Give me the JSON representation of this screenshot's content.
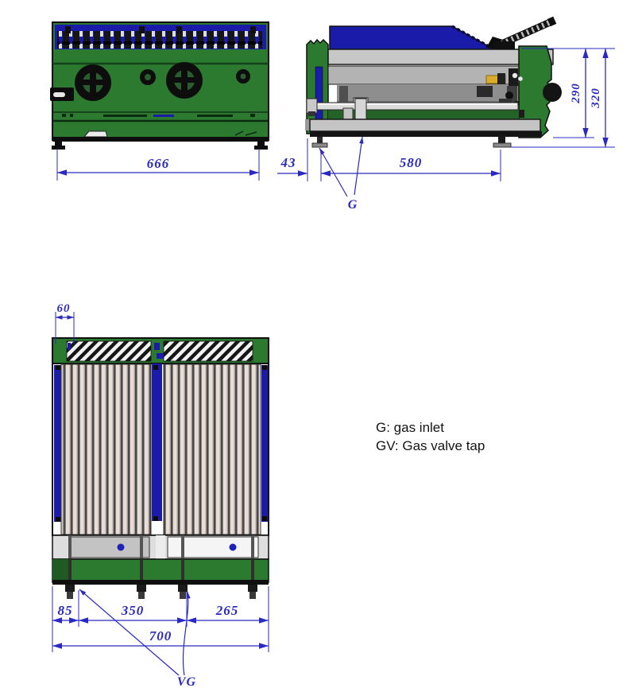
{
  "drawing": {
    "type": "technical-dimension-drawing",
    "subject": "countertop gas barbecue / grill unit, three orthographic views",
    "dims": {
      "front_width": "666",
      "side_setback": "43",
      "side_depth": "580",
      "height_burner": "290",
      "height_total": "320",
      "plan_offset": "60",
      "plan_seg1": "85",
      "plan_seg2": "350",
      "plan_seg3": "265",
      "plan_total": "700"
    },
    "labels": {
      "gas_inlet": "G",
      "gas_valve": "VG"
    },
    "legend": {
      "line1": "G: gas inlet",
      "line2": "GV: Gas valve tap"
    },
    "colors": {
      "body_green": "#2b7a30",
      "accent_blue": "#1b1baa",
      "dimension_blue": "#2a2ac2",
      "slat_beige": "#e8ddd7",
      "metal_gray": "#c6c6c6",
      "highlight_yellow": "#d9ad2b",
      "outline_black": "#101010"
    }
  }
}
